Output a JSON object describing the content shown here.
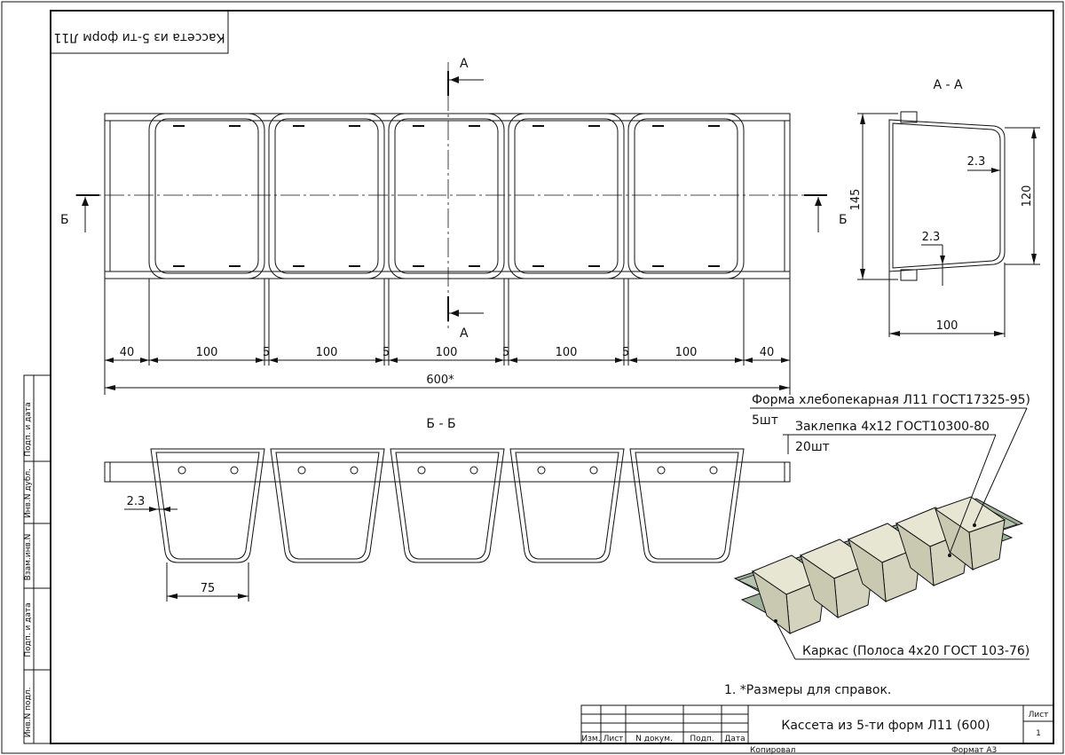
{
  "stamp": {
    "top_title": "Кассета из 5-ти форм Л11"
  },
  "sections": {
    "aa_title": "А - А",
    "aa_marker_a": "А",
    "bb_title": "Б - Б",
    "bb_marker_b": "Б"
  },
  "dims_top": {
    "end_left": "40",
    "form": "100",
    "gap": "5",
    "end_right": "40",
    "overall": "600*"
  },
  "dims_section": {
    "height_outer": "145",
    "height_inner": "120",
    "thickness_top": "2.3",
    "thickness_bottom": "2.3",
    "width": "100"
  },
  "dims_bb": {
    "thickness": "2.3",
    "bottom_width": "75"
  },
  "callouts": {
    "form_name": "Форма хлебопекарная Л11 ГОСТ17325-95)",
    "form_qty": "5шт",
    "rivet_name": "Заклепка 4х12 ГОСТ10300-80",
    "rivet_qty": "20шт",
    "frame_name": "Каркас (Полоса 4х20 ГОСТ 103-76)"
  },
  "note": "1. *Размеры для справок.",
  "title_block": {
    "title": "Кассета из 5-ти форм Л11 (600)",
    "sheet_label": "Лист",
    "sheet_no": "1",
    "col_izm": "Изм.",
    "col_list": "Лист",
    "col_doc": "N докум.",
    "col_sign": "Подп.",
    "col_date": "Дата",
    "copied": "Копировал",
    "format": "Формат А3"
  },
  "side_strip": {
    "f1": "Инв.N подл.",
    "f2": "Подп. и дата",
    "f3": "Взам.инв.N",
    "f4": "Инв.N дубл.",
    "f5": "Подп. и дата"
  },
  "colors": {
    "frame_3d": "#9fb09a",
    "form_3d": "#dcdcc8",
    "line": "#111111"
  }
}
